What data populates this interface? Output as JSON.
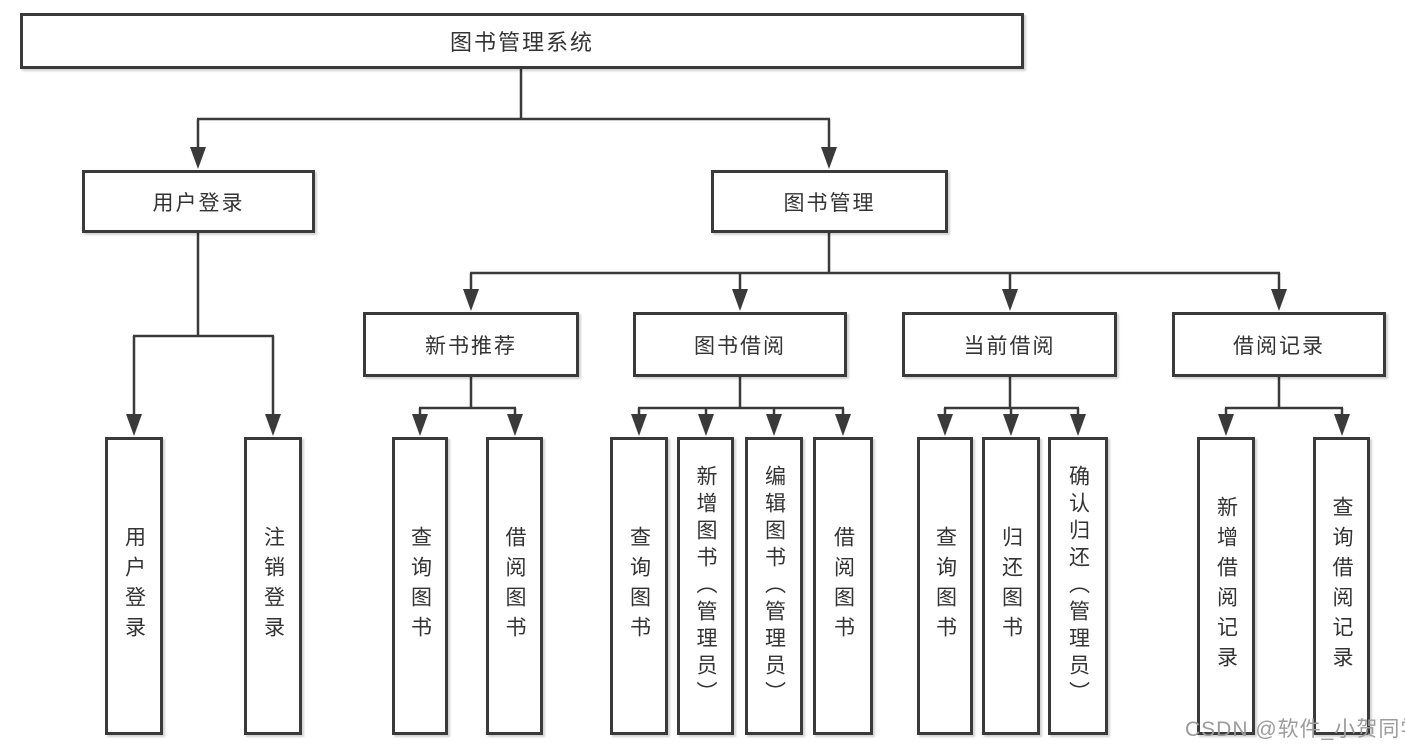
{
  "tree": {
    "root": "图书管理系统",
    "login": {
      "label": "用户登录",
      "children": [
        "用户登录",
        "注销登录"
      ]
    },
    "management": {
      "label": "图书管理",
      "groups": [
        {
          "label": "新书推荐",
          "children": [
            "查询图书",
            "借阅图书"
          ]
        },
        {
          "label": "图书借阅",
          "children": [
            "查询图书",
            "新增图书（管理员）",
            "编辑图书（管理员）",
            "借阅图书"
          ]
        },
        {
          "label": "当前借阅",
          "children": [
            "查询图书",
            "归还图书",
            "确认归还（管理员）"
          ]
        },
        {
          "label": "借阅记录",
          "children": [
            "新增借阅记录",
            "查询借阅记录"
          ]
        }
      ]
    }
  },
  "watermark": "CSDN @软件_小贺同学",
  "colors": {
    "line": "#3a3a3a",
    "border": "#3a3a3a",
    "text": "#333333",
    "watermark": "#9c9c9c",
    "background": "#ffffff"
  }
}
